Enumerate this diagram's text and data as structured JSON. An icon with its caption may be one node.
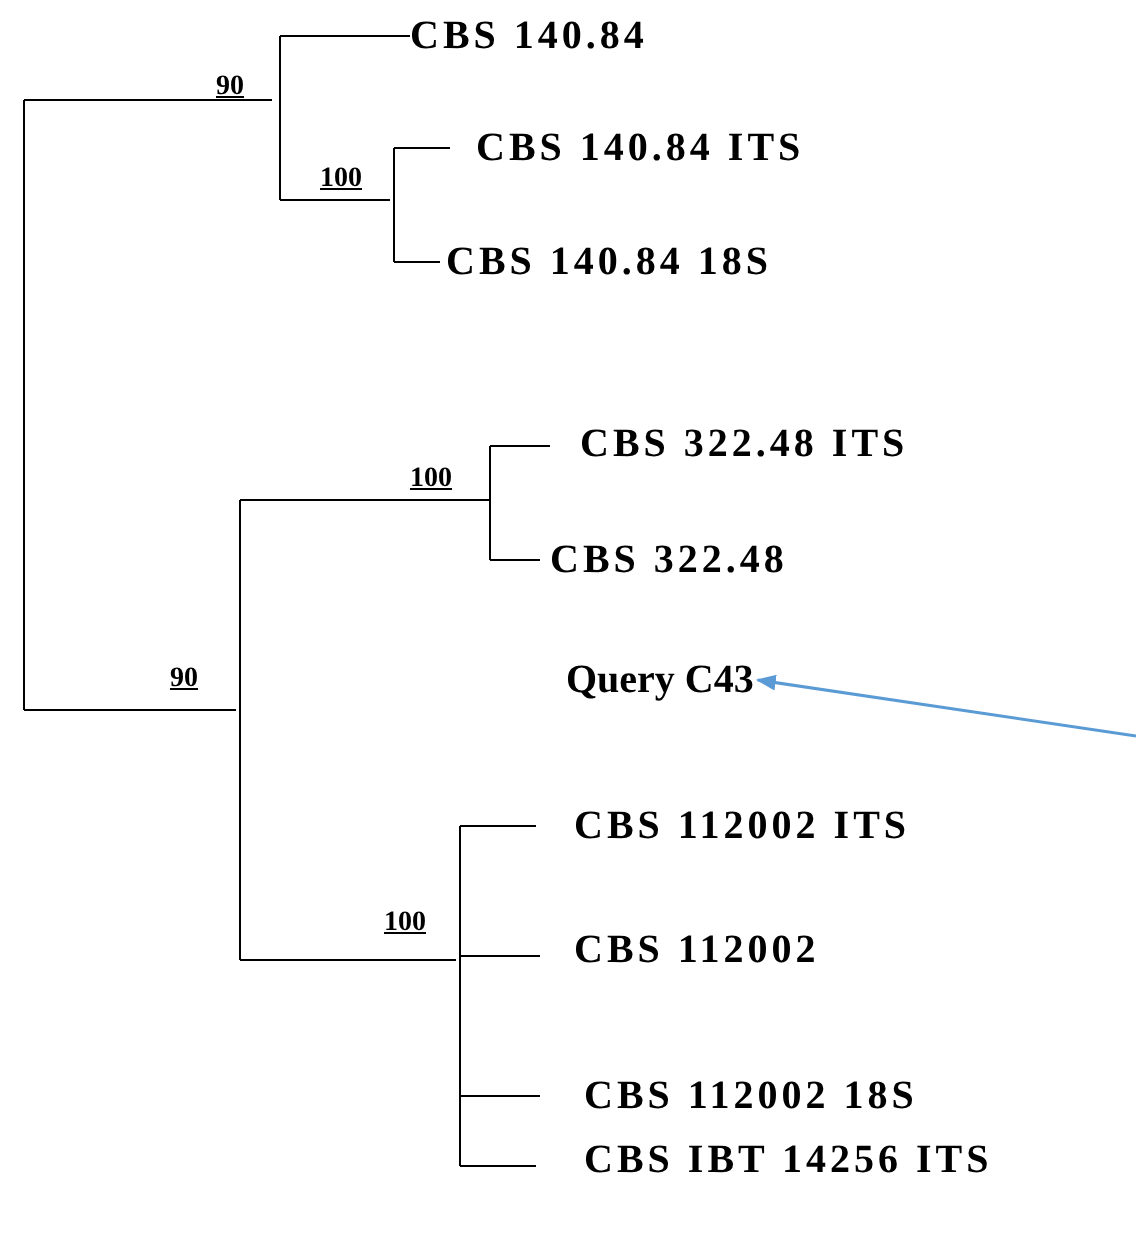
{
  "diagram": {
    "nodes": [
      {
        "text": [
          "CBS 140.84"
        ]
      },
      {
        "text": [
          "CBS 140.84 ITS"
        ]
      },
      {
        "text": [
          "CBS 140.84 18S"
        ]
      },
      {
        "text": [
          "CBS 322.48 ITS"
        ]
      },
      {
        "text": [
          "CBS 322.48"
        ]
      },
      {
        "text": [
          "Query C43"
        ]
      },
      {
        "text": [
          "CBS 112002 ITS"
        ]
      },
      {
        "text": [
          "CBS 112002"
        ]
      },
      {
        "text": [
          "CBS 112002 18S"
        ]
      },
      {
        "text": [
          "CBS IBT 14256 ITS"
        ]
      }
    ],
    "edges": [
      {
        "from": null,
        "to": 5,
        "arrow": "to",
        "color": "#5b9bd5"
      }
    ],
    "labels": [
      "90",
      "100",
      "100",
      "90",
      "100"
    ]
  }
}
